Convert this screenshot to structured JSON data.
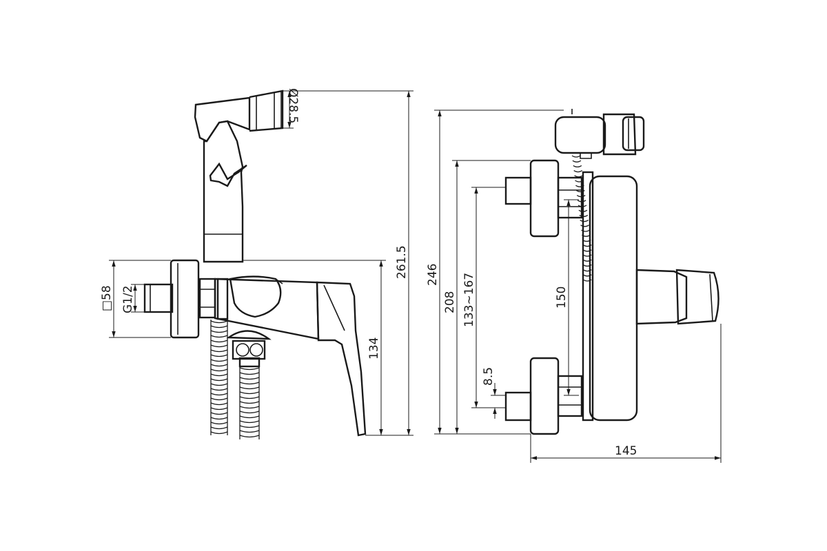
{
  "dimensions": {
    "diameter_head": "Ø28.5",
    "total_height_side": "261.5",
    "square_flange": "□58",
    "thread": "G1/2",
    "lower_height": "134",
    "total_height_front": "246",
    "connector_height": "208",
    "center_range": "133~167",
    "center_distance": "150",
    "eccentric_offset": "8.5",
    "depth": "145"
  },
  "colors": {
    "line": "#1a1a1a",
    "background": "#ffffff"
  }
}
